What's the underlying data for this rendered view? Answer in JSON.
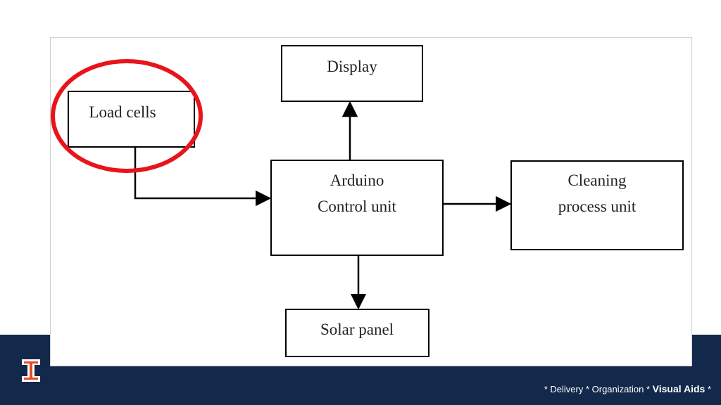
{
  "diagram": {
    "nodes": {
      "display": {
        "label": "Display"
      },
      "load_cells": {
        "label": "Load cells"
      },
      "arduino": {
        "line1": "Arduino",
        "line2": "Control unit"
      },
      "cleaning": {
        "line1": "Cleaning",
        "line2": "process unit"
      },
      "solar": {
        "label": "Solar panel"
      }
    },
    "edges": [
      {
        "from": "load_cells",
        "to": "arduino"
      },
      {
        "from": "arduino",
        "to": "display"
      },
      {
        "from": "arduino",
        "to": "cleaning"
      },
      {
        "from": "arduino",
        "to": "solar"
      }
    ],
    "highlight": {
      "target": "load_cells",
      "color": "#e8141c"
    }
  },
  "footer": {
    "prefix": "* Delivery * Organization * ",
    "emphasis": "Visual Aids",
    "suffix": " *"
  },
  "colors": {
    "footer_band": "#13294b",
    "logo": "#e84a27",
    "highlight": "#e8141c"
  }
}
